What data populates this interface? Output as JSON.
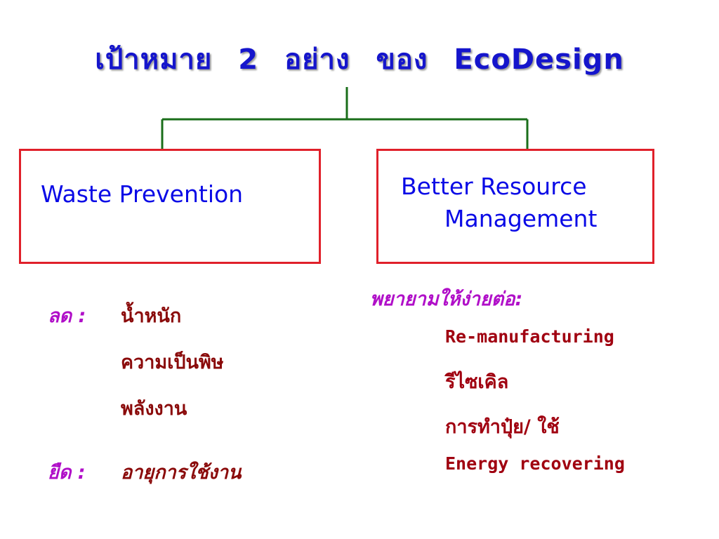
{
  "title": {
    "words": [
      "เป้าหมาย",
      "2",
      "อย่าง",
      "ของ",
      "EcoDesign"
    ]
  },
  "boxes": {
    "left": {
      "label": "Waste Prevention"
    },
    "right": {
      "label_line1": "Better Resource",
      "label_line2": "Management"
    }
  },
  "left_list": {
    "reduce_prefix": "ลด :",
    "reduce_items": [
      "น้ำหนัก",
      "ความเป็นพิษ",
      "พลังงาน"
    ],
    "extend_prefix": "ยืด :",
    "extend_item": "อายุการใช้งาน"
  },
  "right_list": {
    "prefix": "พยายามให้ง่ายต่อ:",
    "items": [
      "Re-manufacturing",
      "รีไซเคิล",
      "การทำปุ๋ย/ ใช้",
      "Energy recovering"
    ]
  },
  "colors": {
    "title": "#1515cc",
    "box_border": "#e0202a",
    "box_text": "#0a0ae6",
    "connector": "#1a6e1a",
    "prefix": "#b00fc8",
    "item": "#8a0a0a"
  }
}
